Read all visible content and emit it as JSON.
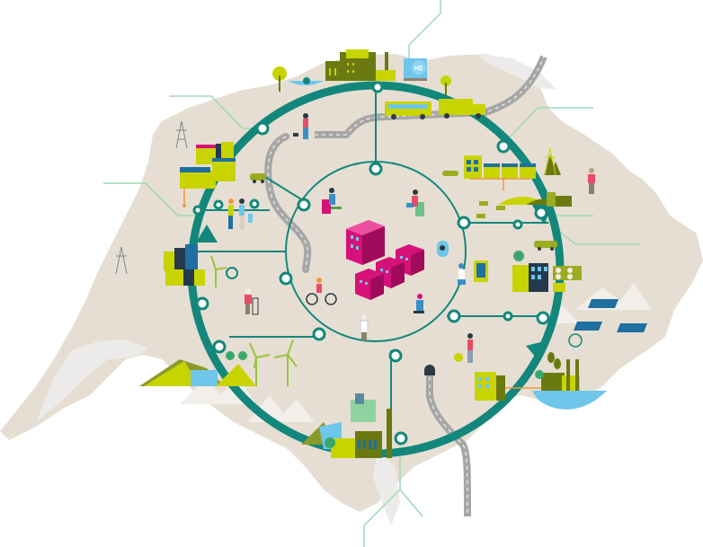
{
  "illustration": {
    "title": "Smart energy network map of Switzerland",
    "colors": {
      "background": "#ffffff",
      "land": "#e6ded2",
      "lake": "#ecebe9",
      "ring": "#13877b",
      "network_line": "#9ed8b5",
      "road": "#a6a6a6",
      "magenta": "#d6127a",
      "lime": "#c8d400",
      "olive": "#6b7a10",
      "navy": "#253a4d",
      "sky_blue": "#6ec6ea",
      "orange": "#f0963c",
      "person_red": "#e84b6a"
    },
    "labels": {
      "hydrogen_tank": "H2"
    },
    "zones": [
      {
        "name": "industry-hydrogen",
        "icons": [
          "factory-icon",
          "hydrogen-tank-icon",
          "tree-icon",
          "hydro-turbine-icon"
        ]
      },
      {
        "name": "transport",
        "icons": [
          "bus-icon",
          "truck-icon",
          "car-icon",
          "road-icon"
        ]
      },
      {
        "name": "farm-biogas",
        "icons": [
          "biogas-plant-icon",
          "cow-icon",
          "farmer-icon"
        ]
      },
      {
        "name": "smart-building",
        "icons": [
          "building-icon",
          "dashboard-icon",
          "monitor-icon",
          "heat-pump-icon"
        ]
      },
      {
        "name": "solar",
        "icons": [
          "solar-panel-icon"
        ]
      },
      {
        "name": "district-heating",
        "icons": [
          "factory-icon",
          "lake-icon",
          "plant-icon"
        ]
      },
      {
        "name": "hydropower-wind",
        "icons": [
          "dam-icon",
          "wind-turbine-icon",
          "lightning-icon",
          "turbine-icon"
        ]
      },
      {
        "name": "residential",
        "icons": [
          "house-icon",
          "family-icon",
          "power-pylon-icon"
        ]
      },
      {
        "name": "city-center",
        "icons": [
          "office-building-icon",
          "person-icon",
          "cyclist-icon"
        ]
      }
    ]
  }
}
